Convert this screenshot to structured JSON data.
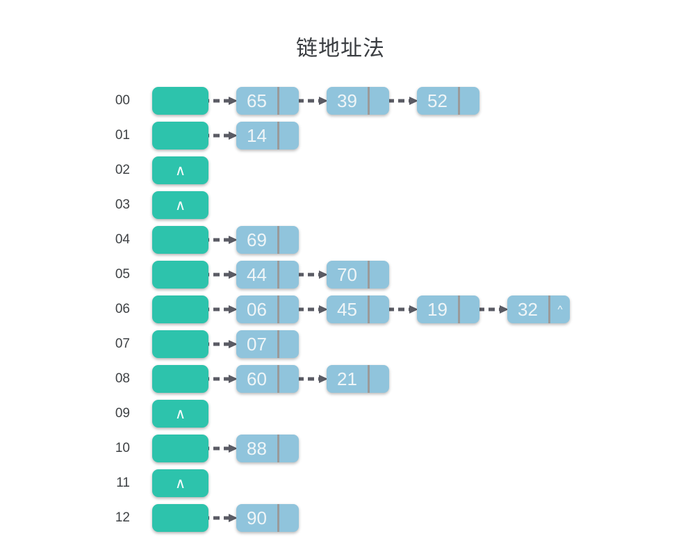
{
  "title": "链地址法",
  "symbols": {
    "empty_bucket": "∧",
    "null_pointer": "^"
  },
  "colors": {
    "bucket": "#2dc3ac",
    "node": "#90c4dc",
    "node_divider": "#9a9a9a",
    "arrow": "#5a5b64",
    "label_text": "#3e4144",
    "title_text": "#3b3e42",
    "node_text": "#eff5f7"
  },
  "hash_table": {
    "rows": [
      {
        "index": "00",
        "chain": [
          "65",
          "39",
          "52"
        ],
        "last_null_marker": false
      },
      {
        "index": "01",
        "chain": [
          "14"
        ],
        "last_null_marker": false
      },
      {
        "index": "02",
        "chain": [],
        "last_null_marker": false
      },
      {
        "index": "03",
        "chain": [],
        "last_null_marker": false
      },
      {
        "index": "04",
        "chain": [
          "69"
        ],
        "last_null_marker": false
      },
      {
        "index": "05",
        "chain": [
          "44",
          "70"
        ],
        "last_null_marker": false
      },
      {
        "index": "06",
        "chain": [
          "06",
          "45",
          "19",
          "32"
        ],
        "last_null_marker": true
      },
      {
        "index": "07",
        "chain": [
          "07"
        ],
        "last_null_marker": false
      },
      {
        "index": "08",
        "chain": [
          "60",
          "21"
        ],
        "last_null_marker": false
      },
      {
        "index": "09",
        "chain": [],
        "last_null_marker": false
      },
      {
        "index": "10",
        "chain": [
          "88"
        ],
        "last_null_marker": false
      },
      {
        "index": "11",
        "chain": [],
        "last_null_marker": false
      },
      {
        "index": "12",
        "chain": [
          "90"
        ],
        "last_null_marker": false
      }
    ]
  }
}
